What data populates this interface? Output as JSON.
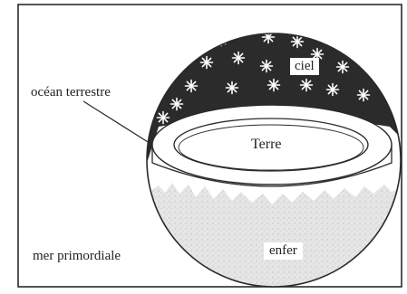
{
  "labels": {
    "ciel": "ciel",
    "ocean": "océan terrestre",
    "terre": "Terre",
    "enfer": "enfer",
    "mer": "mer primordiale"
  },
  "colors": {
    "frame": "#2a2a2a",
    "sky": "#2b2b2b",
    "stars": "#ffffff",
    "underworld": "#e3e3e3",
    "ink": "#222222"
  },
  "star_count": 16
}
